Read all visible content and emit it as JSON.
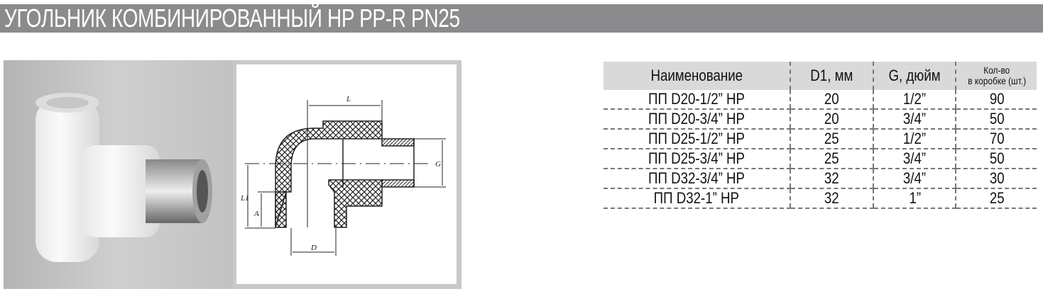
{
  "title": "УГОЛЬНИК КОМБИНИРОВАННЫЙ HP PP-R PN25",
  "drawing_labels": {
    "L": "L",
    "G": "G",
    "L1": "L1",
    "A": "A",
    "D": "D"
  },
  "table": {
    "headers": [
      "Наименование",
      "D1, мм",
      "G, дюйм",
      "Кол-во",
      "в коробке (шт.)"
    ],
    "rows": [
      [
        "ПП D20-1/2” HP",
        "20",
        "1/2”",
        "90"
      ],
      [
        "ПП D20-3/4” HP",
        "20",
        "3/4”",
        "50"
      ],
      [
        "ПП D25-1/2” HP",
        "25",
        "1/2”",
        "70"
      ],
      [
        "ПП D25-3/4” HP",
        "25",
        "3/4”",
        "50"
      ],
      [
        "ПП D32-3/4” HP",
        "32",
        "3/4”",
        "30"
      ],
      [
        "ПП D32-1” HP",
        "32",
        "1”",
        "25"
      ]
    ]
  }
}
